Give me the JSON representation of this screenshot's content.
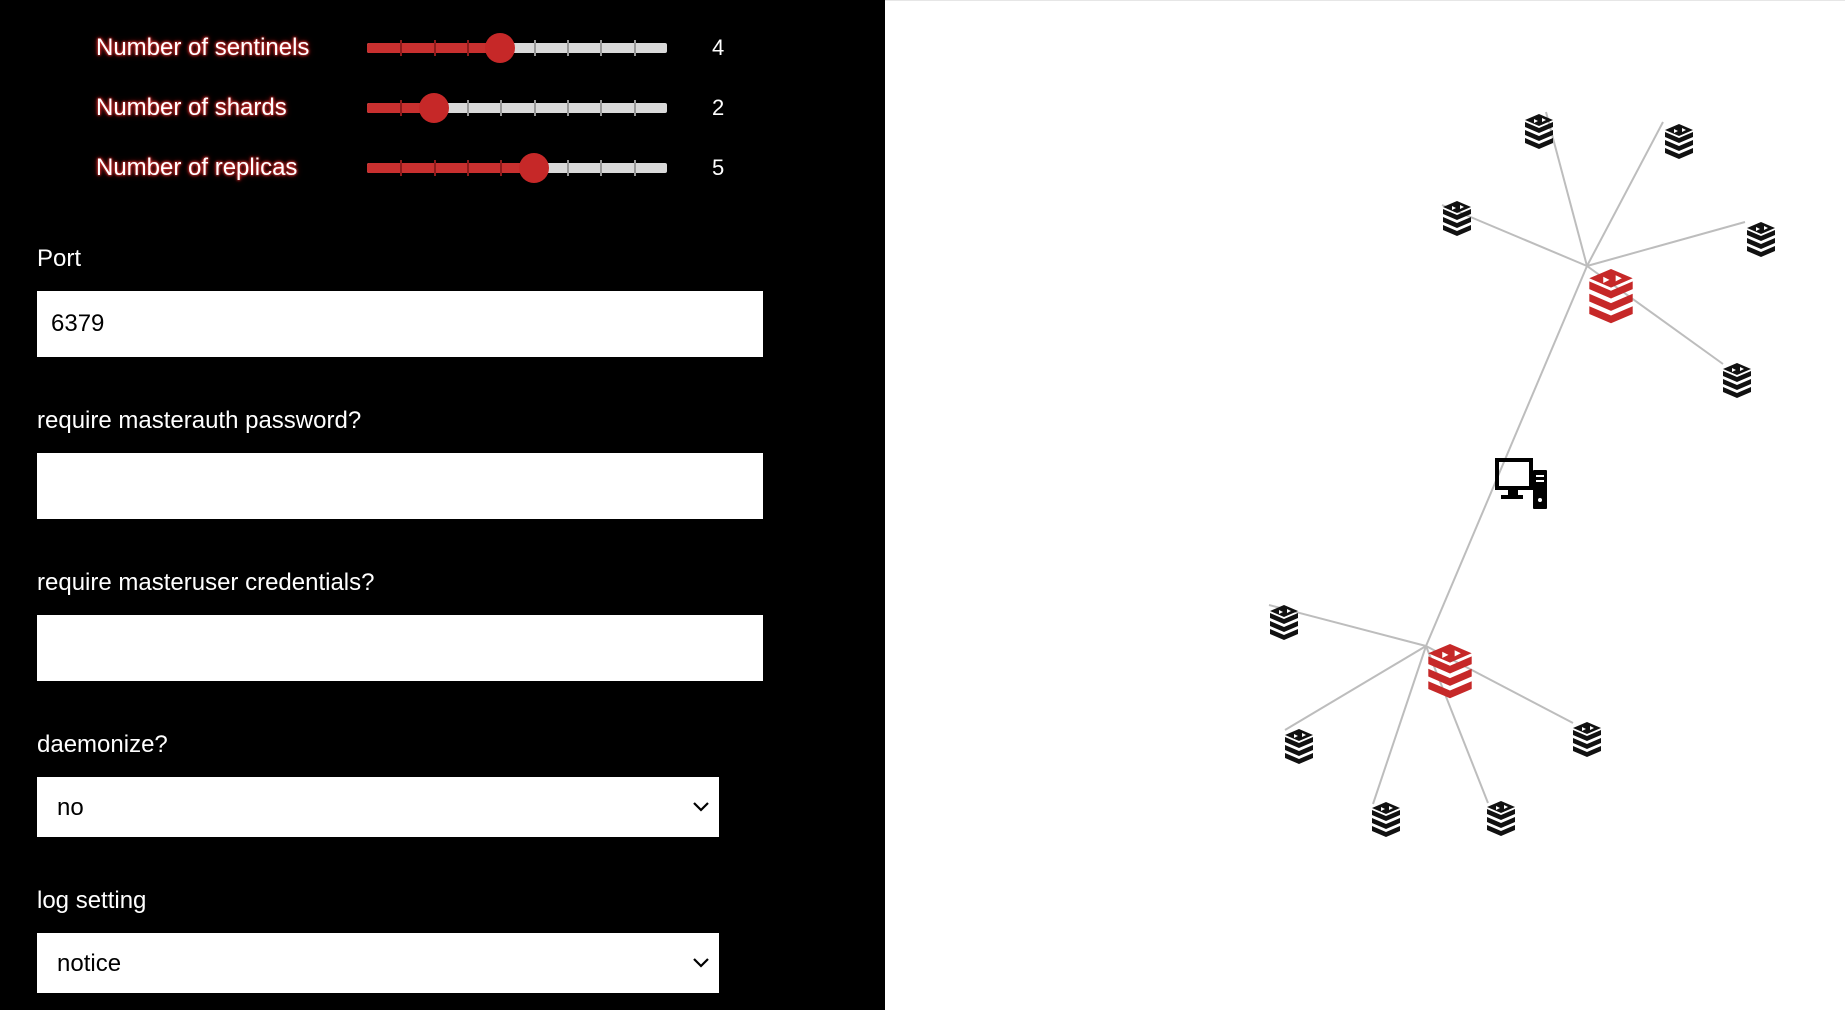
{
  "sliders": [
    {
      "label": "Number of sentinels",
      "value": "4",
      "level": 4,
      "max": 9
    },
    {
      "label": "Number of shards",
      "value": "2",
      "level": 2,
      "max": 9
    },
    {
      "label": "Number of replicas",
      "value": "5",
      "level": 5,
      "max": 9
    }
  ],
  "port": {
    "label": "Port",
    "value": "6379"
  },
  "masterauth": {
    "label": "require masterauth password?",
    "value": ""
  },
  "masteruser": {
    "label": "require masteruser credentials?",
    "value": ""
  },
  "daemonize": {
    "label": "daemonize?",
    "value": "no"
  },
  "log_setting": {
    "label": "log setting",
    "value": "notice"
  },
  "colors": {
    "panel_bg": "#000000",
    "accent": "#c62828",
    "track": "#d9d9d9",
    "edge": "#bdbdbd",
    "replica": "#111111"
  },
  "topology": {
    "client_icon": "desktop-computer-icon",
    "shard_icon": "redis-stack-icon",
    "replica_icon": "redis-stack-icon",
    "shards": [
      {
        "shard": 1,
        "replicas": 5
      },
      {
        "shard": 2,
        "replicas": 5
      }
    ]
  }
}
